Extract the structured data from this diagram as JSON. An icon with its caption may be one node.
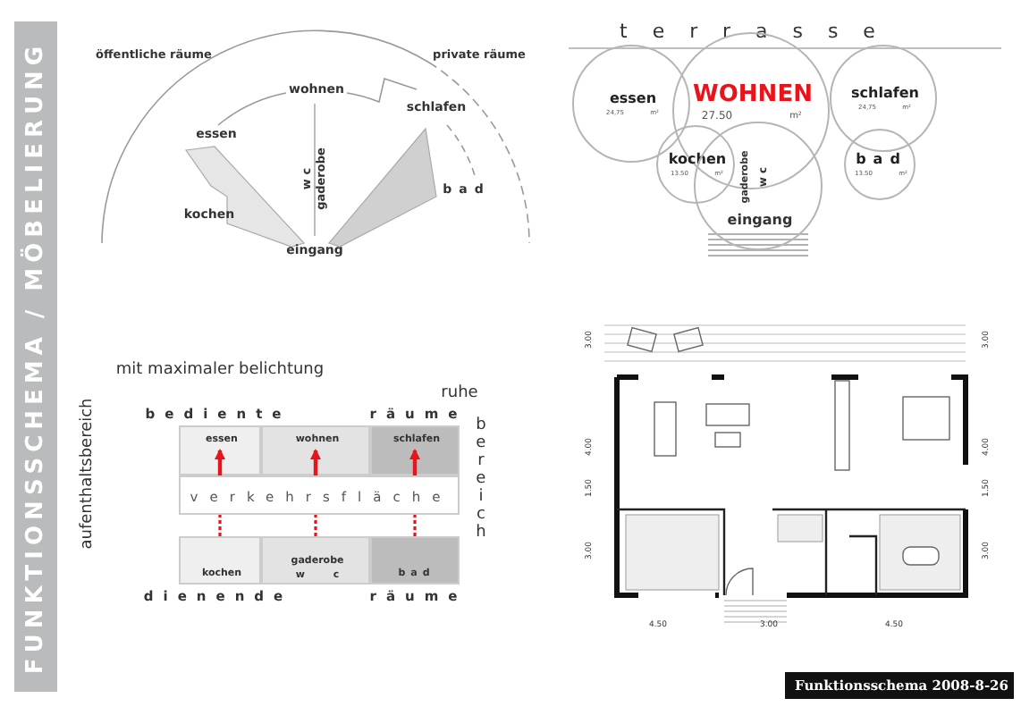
{
  "diagram": {
    "title": "FUNKTIONSSCHEMA / MÖBELIERUNG",
    "caption": "Funktionsschema 2008-8-26",
    "nodes": [
      {
        "text": [
          "essen",
          "24,75",
          "m²"
        ]
      },
      {
        "text": [
          "WOHNEN",
          "27.50",
          "m²"
        ]
      },
      {
        "text": [
          "schlafen",
          "24,75",
          "m²"
        ]
      },
      {
        "text": [
          "kochen",
          "13.50",
          "m²"
        ]
      },
      {
        "text": [
          "bad",
          "13.50",
          "m²"
        ]
      },
      {
        "text": [
          "gaderobe",
          "w c",
          "eingang"
        ]
      },
      {
        "text": [
          "essen"
        ]
      },
      {
        "text": [
          "wohnen"
        ]
      },
      {
        "text": [
          "schlafen"
        ]
      },
      {
        "text": [
          "verkehrsfläche"
        ]
      },
      {
        "text": [
          "kochen"
        ]
      },
      {
        "text": [
          "gaderobe",
          "w c"
        ]
      },
      {
        "text": [
          "bad"
        ]
      }
    ],
    "edges": [
      {
        "from": 9,
        "to": 6,
        "arrow": "to",
        "color": "#e8141b"
      },
      {
        "from": 9,
        "to": 7,
        "arrow": "to",
        "color": "#e8141b"
      },
      {
        "from": 9,
        "to": 8,
        "arrow": "to",
        "color": "#e8141b"
      },
      {
        "from": 10,
        "to": 9,
        "arrow": "none",
        "style": "dashed",
        "color": "#e8141b"
      },
      {
        "from": 11,
        "to": 9,
        "arrow": "none",
        "style": "dashed",
        "color": "#e8141b"
      },
      {
        "from": 12,
        "to": 9,
        "arrow": "none",
        "style": "dashed",
        "color": "#e8141b"
      }
    ],
    "labels": [
      "öffentliche räume",
      "private räume",
      "wohnen",
      "essen",
      "schlafen",
      "w c",
      "gaderobe",
      "bad",
      "kochen",
      "eingang",
      "terrasse",
      "mit maximaler belichtung",
      "aufenthaltsbereich",
      "ruhe",
      "bediente",
      "räume",
      "bereich",
      "dienende",
      "räume",
      "3.00",
      "3.00",
      "4.00",
      "4.00",
      "1.50",
      "1.50",
      "3.00",
      "3.00",
      "4.50",
      "3.00",
      "4.50"
    ]
  }
}
